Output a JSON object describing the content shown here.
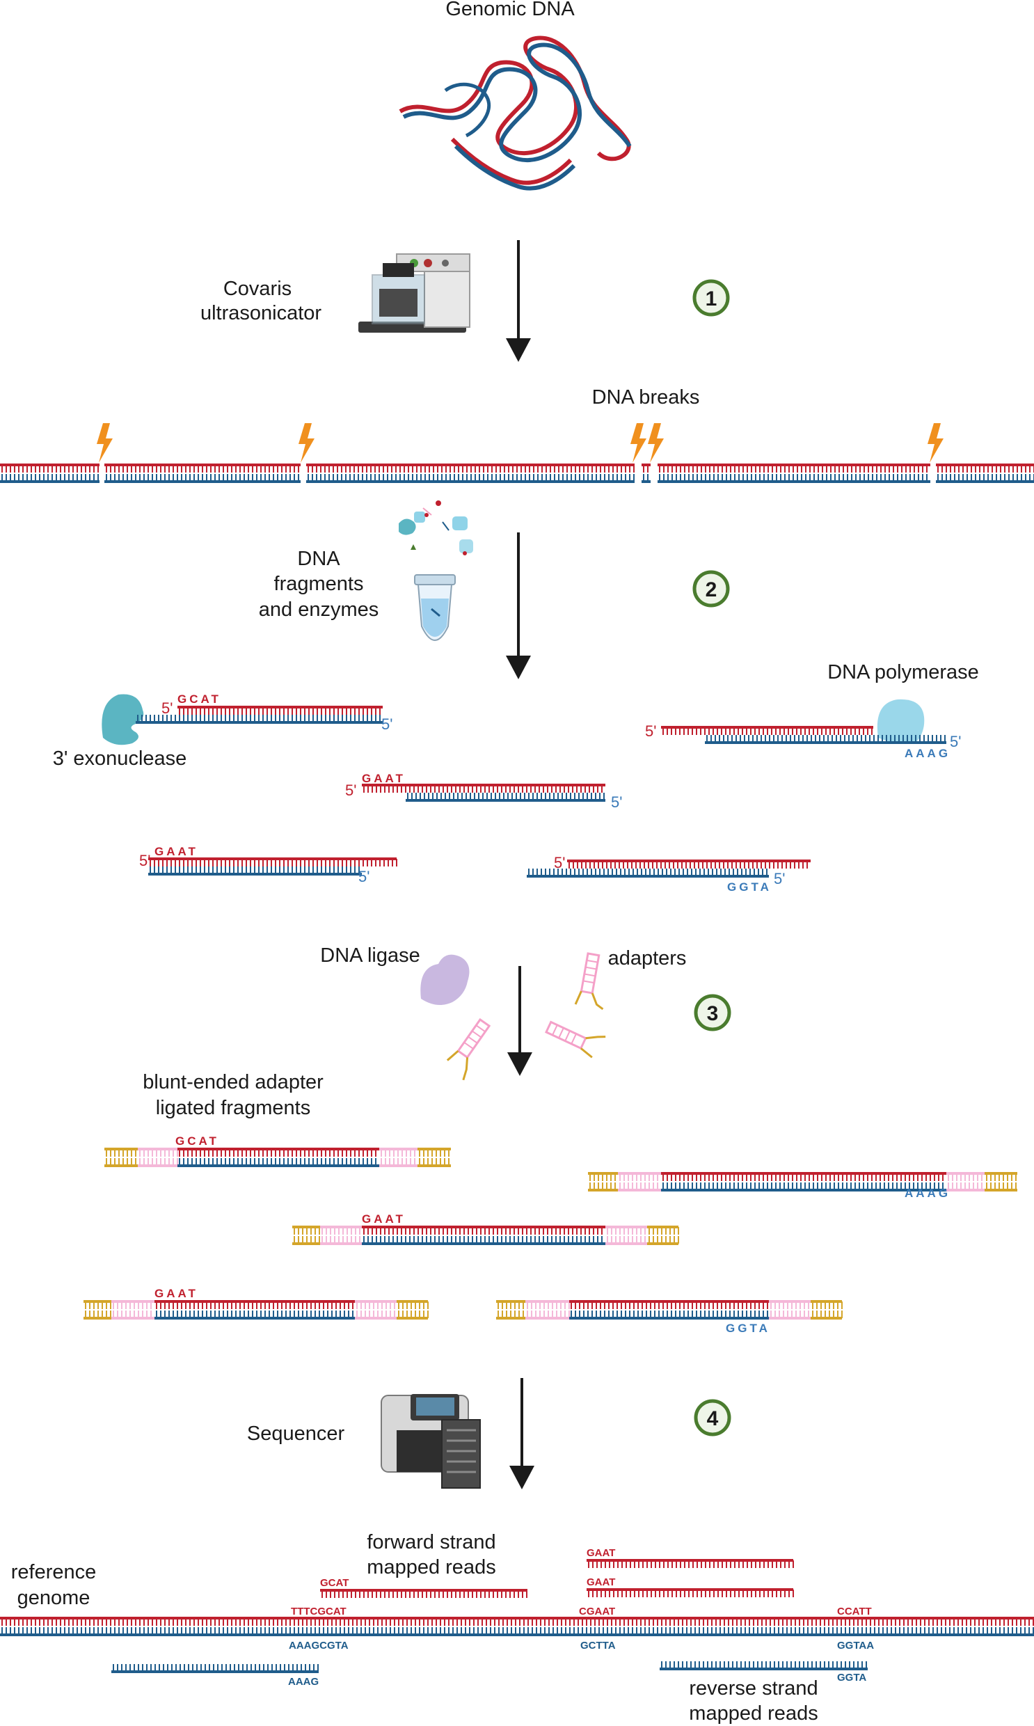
{
  "title": "Genomic DNA",
  "steps": [
    {
      "number": "1"
    },
    {
      "number": "2"
    },
    {
      "number": "3"
    },
    {
      "number": "4"
    }
  ],
  "labels": {
    "covaris_line1": "Covaris",
    "covaris_line2": "ultrasonicator",
    "dna_breaks": "DNA breaks",
    "fragments_line1": "DNA",
    "fragments_line2": "fragments",
    "fragments_line3": "and enzymes",
    "exonuclease": "3' exonuclease",
    "polymerase": "DNA polymerase",
    "ligase": "DNA ligase",
    "adapters": "adapters",
    "blunt_line1": "blunt-ended adapter",
    "blunt_line2": "ligated fragments",
    "sequencer": "Sequencer",
    "forward_line1": "forward strand",
    "forward_line2": "mapped reads",
    "reference_line1": "reference",
    "reference_line2": "genome",
    "reverse_line1": "reverse strand",
    "reverse_line2": "mapped reads"
  },
  "fragments": {
    "gcat": "GCAT",
    "gaat": "GAAT",
    "aaag": "AAAG",
    "ggta": "GGTA",
    "five_prime": "5'"
  },
  "reads": {
    "fwd_gaat_1": "GAAT",
    "fwd_gaat_2": "GAAT",
    "fwd_gcat": "GCAT",
    "ref_tttcgcat": "TTTCGCAT",
    "ref_cgaat": "CGAAT",
    "ref_ccatt": "CCATT",
    "ref_aaagcgta": "AAAGCGTA",
    "ref_gctta": "GCTTA",
    "ref_ggtaa": "GGTAA",
    "rev_aaag": "AAAG",
    "rev_ggta": "GGTA"
  },
  "colors": {
    "red_strand": "#c0202e",
    "blue_strand": "#1f5c8b",
    "seq_red": "#c0202e",
    "seq_blue": "#3a7ab8",
    "adapter_gold": "#d4a52a",
    "adapter_pink": "#f4b8d8",
    "lightning": "#f0901e",
    "step_green": "#4a7c2e",
    "step_fill": "#eef5e8",
    "exonuclease": "#5bb5c2",
    "polymerase": "#8fd3e8",
    "ligase": "#c9b8e0",
    "arrow": "#1a1a1a"
  }
}
